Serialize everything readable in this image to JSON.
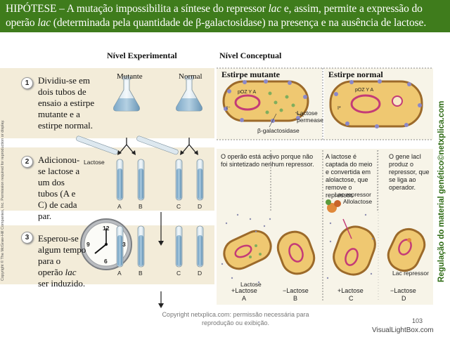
{
  "header": {
    "p1": "HIPÓTESE – A mutação impossibilita a síntese do repressor ",
    "lac1": "lac",
    "p2": " e, assim, permite a expressão do operão ",
    "lac2": "lac",
    "p3": " (determinada pela quantidade de β-galactosidase) na presença e na ausência de lactose."
  },
  "columns": {
    "experimental": "Nível Experimental",
    "conceptual": "Nível Conceptual"
  },
  "flasks": {
    "mutant": "Mutante",
    "normal": "Normal"
  },
  "steps": [
    {
      "num": "1",
      "text": "Dividiu-se em dois tubos de ensaio a estirpe mutante e a estirpe normal."
    },
    {
      "num": "2",
      "text": "Adicionou-se lactose a um dos tubos (A e C) de cada par."
    },
    {
      "num": "3",
      "p1": "Esperou-se algum tempo para o operão ",
      "lac": "lac",
      "p2": " ser induzido."
    }
  ],
  "step2_lactose_label": "Lactose",
  "tube_letters": [
    "A",
    "B",
    "C",
    "D"
  ],
  "clock_numbers": {
    "n12": "12",
    "n3": "3",
    "n6": "6",
    "n9": "9"
  },
  "conceptual": {
    "mutant_strain": "Estirpe mutante",
    "normal_strain": "Estirpe normal",
    "gene_label_mutant": "pOZ Y A",
    "gene_label_normal": "pOZ Y A",
    "i_star": "I*",
    "i_minus": "I⁻",
    "lactose_permease": "Lactose\npermease",
    "beta_gal": "β-galactosidase",
    "note_a": "O operão está activo porque não foi sintetizado nenhum repressor.",
    "note_c": "A lactose é captada do meio e convertida em alolactose, que remove o repressor.",
    "note_d": "O gene lacI produz o repressor, que se liga ao operador.",
    "lac_repressor_c": "Lac repressor",
    "allolactose": "Allolactose",
    "lac_repressor_d": "Lac repressor",
    "lactose_a": "Lactose",
    "bottom": [
      {
        "cond": "+Lactose",
        "letter": "A"
      },
      {
        "cond": "−Lactose",
        "letter": "B"
      },
      {
        "cond": "+Lactose",
        "letter": "C"
      },
      {
        "cond": "−Lactose",
        "letter": "D"
      }
    ]
  },
  "copyright_vertical": "Copyright © The McGraw-Hill Companies, Inc. Permission required for reproduction or display.",
  "brand_vertical": "Regulação do material genético©netxplica.com",
  "footer_copy": "Copyright netxplica.com: permissão necessária para reprodução ou exibição.",
  "page_number": "103",
  "watermark": "VisualLightBox.com",
  "colors": {
    "header_bg": "#3f7c1c",
    "band_bg": "#f3ecd9",
    "bacterium_fill": "#efc871",
    "bacterium_stroke": "#9c6a2a",
    "dna_ring": "#c43b77",
    "brand_green": "#2e6b14"
  }
}
